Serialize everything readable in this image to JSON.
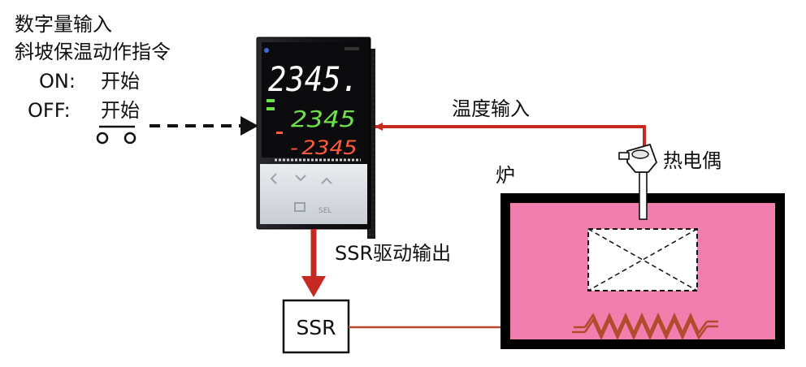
{
  "labels": {
    "digital_input_line1": "数字量输入",
    "digital_input_line2": "斜坡保温动作指令",
    "on_label": "ON:",
    "on_value": "开始",
    "off_label": "OFF:",
    "off_value": "开始",
    "temperature_input": "温度输入",
    "thermocouple": "热电偶",
    "furnace": "炉",
    "ssr_drive_output": "SSR驱动输出",
    "ssr_box": "SSR"
  },
  "controller": {
    "pv_display": "2345.",
    "sv_display": "2345",
    "mv_display": "-2345"
  },
  "colors": {
    "signal_red": "#c62822",
    "heater_brown": "#b14a2a",
    "furnace_fill": "#f07fae",
    "furnace_border": "#000000",
    "display_white": "#ffffff",
    "display_green": "#6de04a",
    "display_red": "#ff5a3c"
  }
}
